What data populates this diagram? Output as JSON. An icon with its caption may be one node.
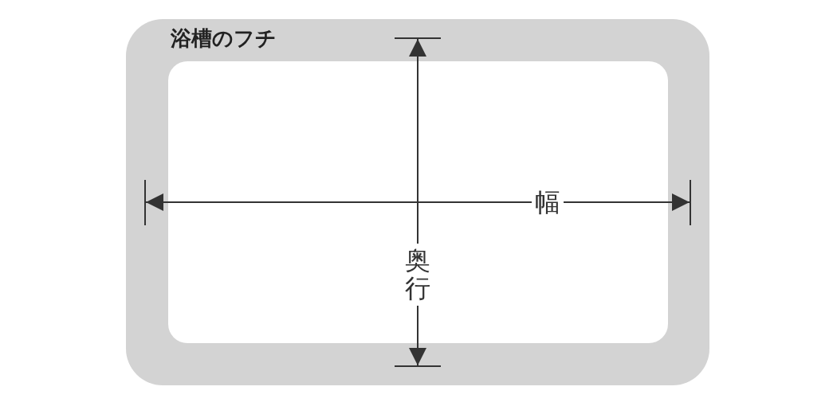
{
  "diagram": {
    "nodes": [
      {
        "text": [
          "浴槽のフチ"
        ]
      }
    ],
    "labels": [
      "幅",
      "奥行"
    ]
  }
}
